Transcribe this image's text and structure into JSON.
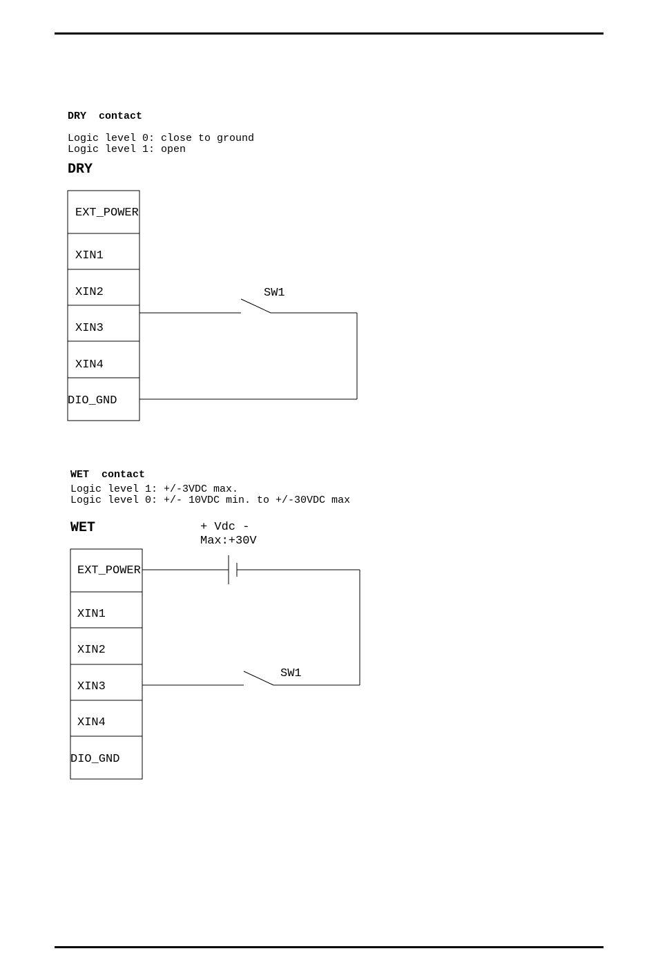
{
  "dry": {
    "heading": "DRY  contact",
    "lines": [
      "Logic level 0: close to ground",
      "Logic level 1: open"
    ],
    "label": "DRY",
    "pins": [
      "EXT_POWER",
      "XIN1",
      "XIN2",
      "XIN3",
      "XIN4",
      "DIO_GND"
    ],
    "switch_label": "SW1"
  },
  "wet": {
    "heading": "WET  contact",
    "lines": [
      "Logic level 1: +/-3VDC max.",
      "Logic level 0: +/- 10VDC min. to +/-30VDC max"
    ],
    "label": "WET",
    "supply_label": "+ Vdc -",
    "supply_max": "Max:+30V",
    "pins": [
      "EXT_POWER",
      "XIN1",
      "XIN2",
      "XIN3",
      "XIN4",
      "DIO_GND"
    ],
    "switch_label": "SW1"
  }
}
